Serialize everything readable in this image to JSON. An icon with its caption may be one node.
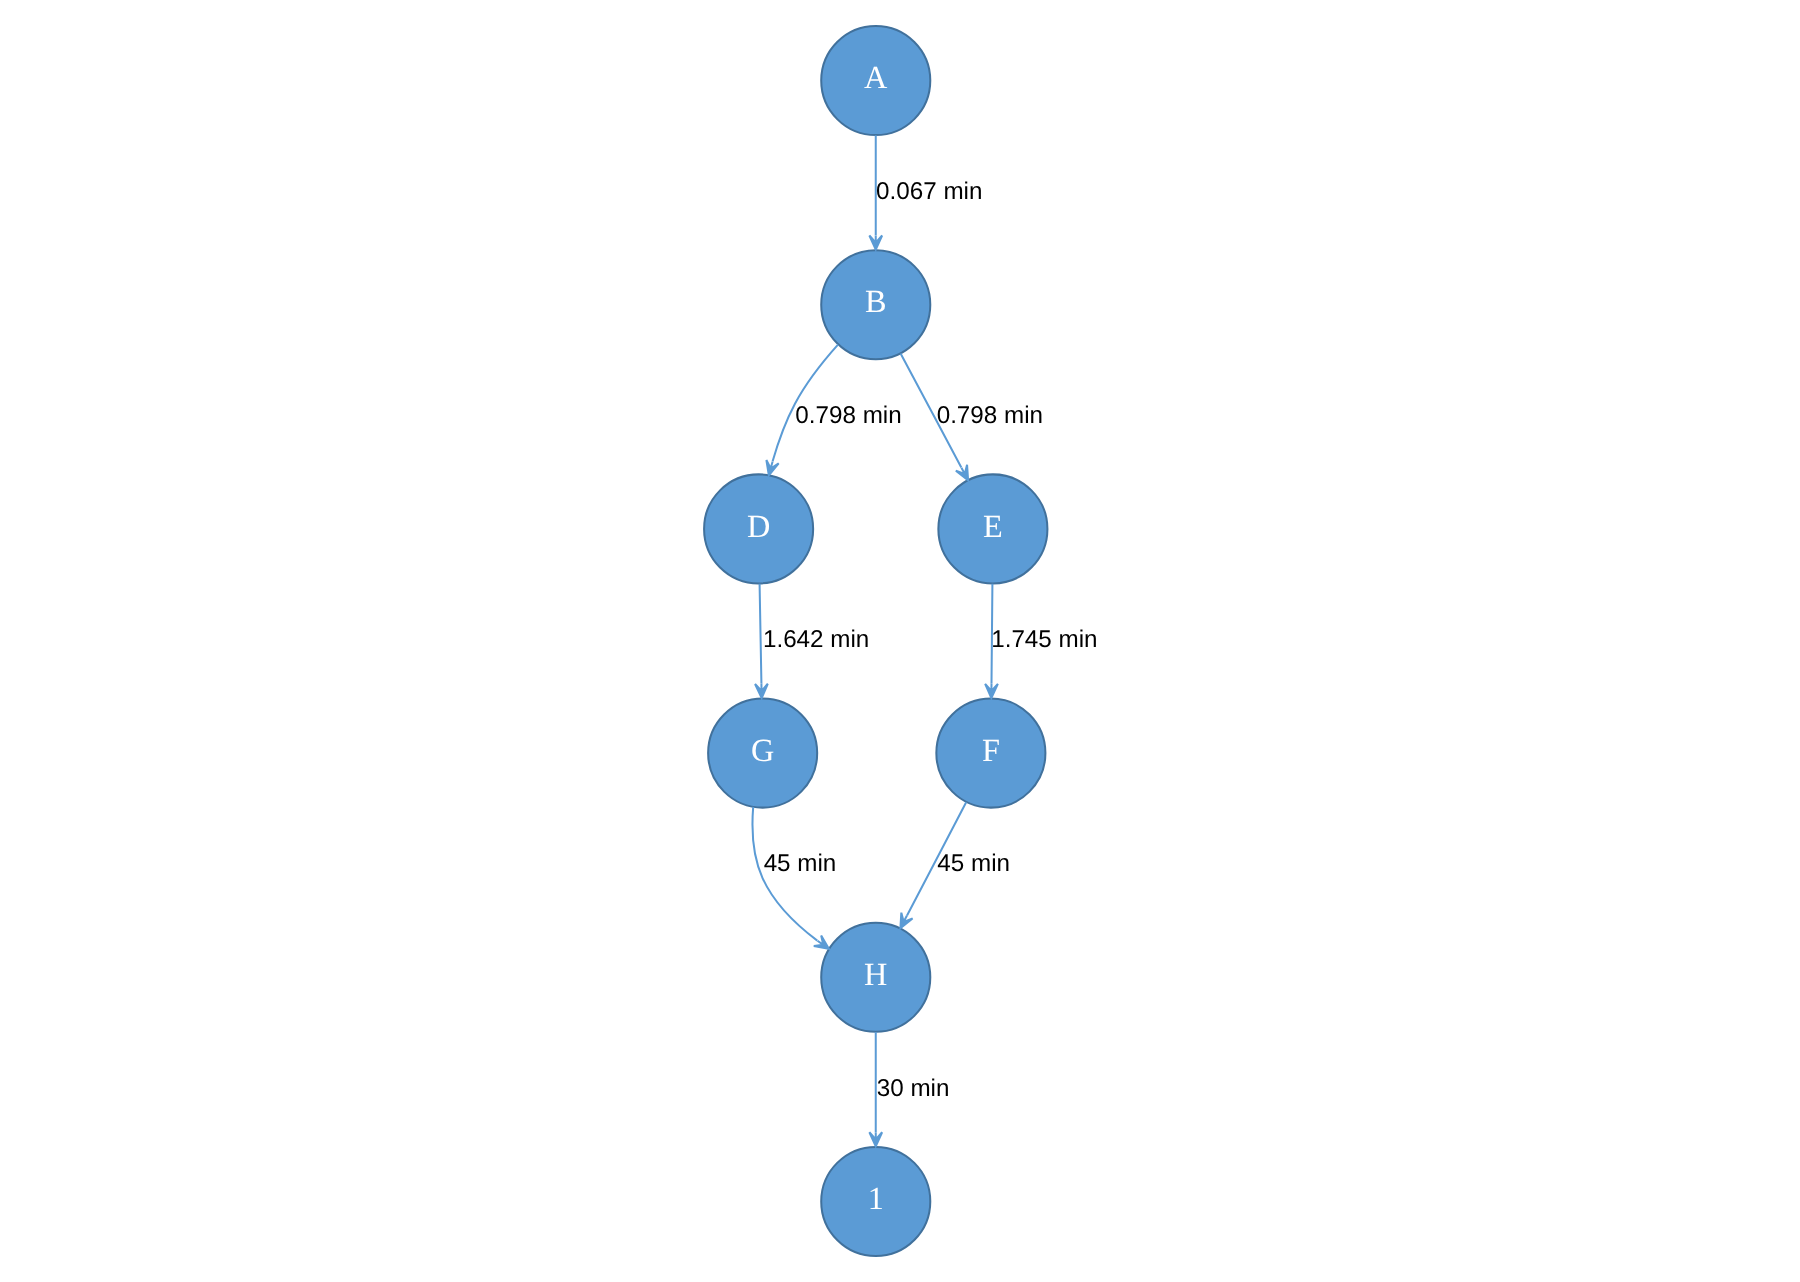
{
  "diagram": {
    "nodes": [
      {
        "text": [
          "A"
        ]
      },
      {
        "text": [
          "B"
        ]
      },
      {
        "text": [
          "D"
        ]
      },
      {
        "text": [
          "E"
        ]
      },
      {
        "text": [
          "G"
        ]
      },
      {
        "text": [
          "F"
        ]
      },
      {
        "text": [
          "H"
        ]
      },
      {
        "text": [
          "1"
        ]
      }
    ],
    "edges": [
      {
        "from": 0,
        "to": 1,
        "arrow": "to",
        "label": "0.067 min"
      },
      {
        "from": 1,
        "to": 3,
        "arrow": "to",
        "label": "0.798 min"
      },
      {
        "from": 1,
        "to": 2,
        "arrow": "to",
        "label": "0.798 min"
      },
      {
        "from": 2,
        "to": 4,
        "arrow": "to",
        "label": "1.642 min"
      },
      {
        "from": 3,
        "to": 5,
        "arrow": "to",
        "label": "1.745 min"
      },
      {
        "from": 4,
        "to": 6,
        "arrow": "to",
        "label": "45 min"
      },
      {
        "from": 5,
        "to": 6,
        "arrow": "to",
        "label": "45 min"
      },
      {
        "from": 6,
        "to": 7,
        "arrow": "to",
        "label": "30 min"
      }
    ]
  }
}
